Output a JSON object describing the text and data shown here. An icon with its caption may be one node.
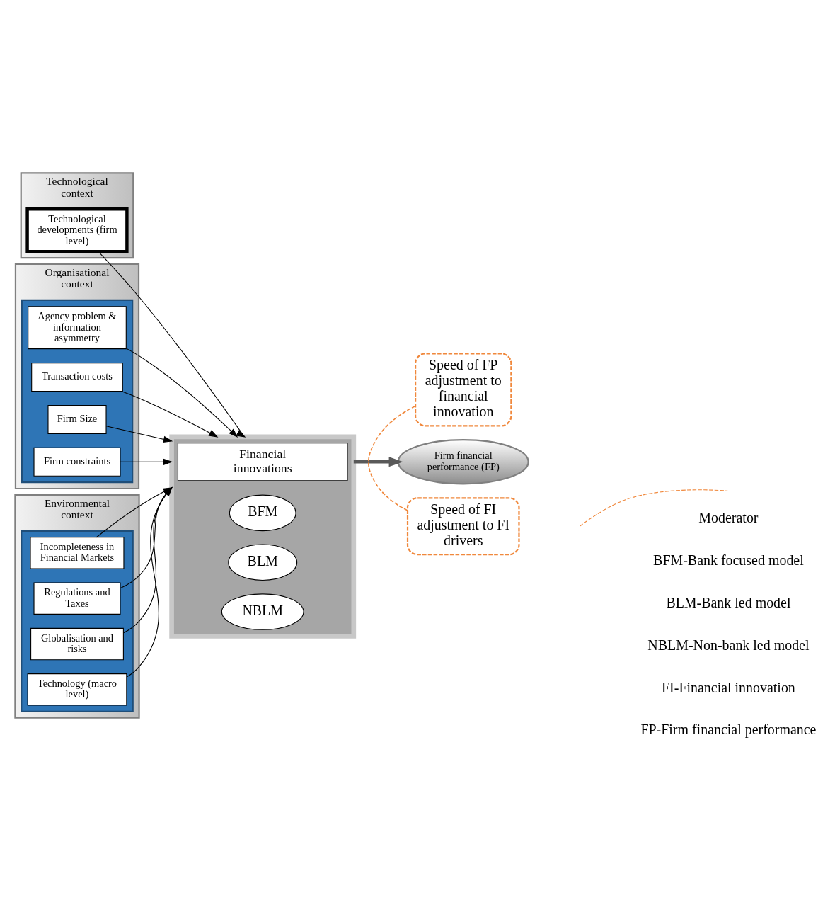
{
  "diagram": {
    "nodes": [
      {
        "text": [
          "Technological context"
        ]
      },
      {
        "text": [
          "Technological developments (firm level)"
        ],
        "in": 0
      },
      {
        "text": [
          "Organisational context"
        ]
      },
      {
        "text": [],
        "shape": "box",
        "in": 2
      },
      {
        "text": [
          "Agency problem & information asymmetry"
        ],
        "in": 3
      },
      {
        "text": [
          "Transaction costs"
        ],
        "in": 3
      },
      {
        "text": [
          "Firm Size"
        ],
        "in": 3
      },
      {
        "text": [
          "Firm constraints"
        ],
        "in": 3
      },
      {
        "text": [
          "Environmental context"
        ]
      },
      {
        "text": [],
        "shape": "box",
        "in": 8
      },
      {
        "text": [
          "Incompleteness in Financial Markets"
        ],
        "in": 9
      },
      {
        "text": [
          "Regulations and Taxes"
        ],
        "in": 9
      },
      {
        "text": [
          "Globalisation and risks"
        ],
        "in": 9
      },
      {
        "text": [
          "Technology (macro level)"
        ],
        "in": 9
      },
      {
        "text": [],
        "shape": "box"
      },
      {
        "text": [
          "Financial innovations"
        ],
        "in": 14
      },
      {
        "text": [
          "BFM"
        ],
        "in": 14
      },
      {
        "text": [
          "BLM"
        ],
        "in": 14
      },
      {
        "text": [
          "NBLM"
        ],
        "in": 14
      },
      {
        "text": [
          "Firm financial performance (FP)"
        ]
      },
      {
        "text": [
          "Speed of FP adjustment to financial innovation"
        ]
      },
      {
        "text": [
          "Speed of FI adjustment to FI drivers"
        ]
      }
    ],
    "edges": [
      {
        "from": 1,
        "to": 14,
        "arrow": "to"
      },
      {
        "from": 4,
        "to": 14,
        "arrow": "to"
      },
      {
        "from": 5,
        "to": 14,
        "arrow": "to"
      },
      {
        "from": 6,
        "to": 14,
        "arrow": "to"
      },
      {
        "from": 7,
        "to": 14,
        "arrow": "to"
      },
      {
        "from": 10,
        "to": 14,
        "arrow": "to"
      },
      {
        "from": 11,
        "to": 14,
        "arrow": "to"
      },
      {
        "from": 12,
        "to": 14,
        "arrow": "to"
      },
      {
        "from": 13,
        "to": 14,
        "arrow": "to"
      },
      {
        "from": 14,
        "to": 19,
        "arrow": "to",
        "style": "thick",
        "color": "#595959"
      },
      {
        "from": 20,
        "to": 21,
        "arrow": "none",
        "style": "dashed",
        "color": "#f0883c"
      }
    ],
    "labels": [
      "BFM-Bank focused model",
      "BLM-Bank led model",
      "NBLM-Non-bank led model",
      "FI-Financial innovation",
      "FP-Firm financial performance"
    ],
    "legend": [
      {
        "text": "Moderator"
      }
    ]
  }
}
